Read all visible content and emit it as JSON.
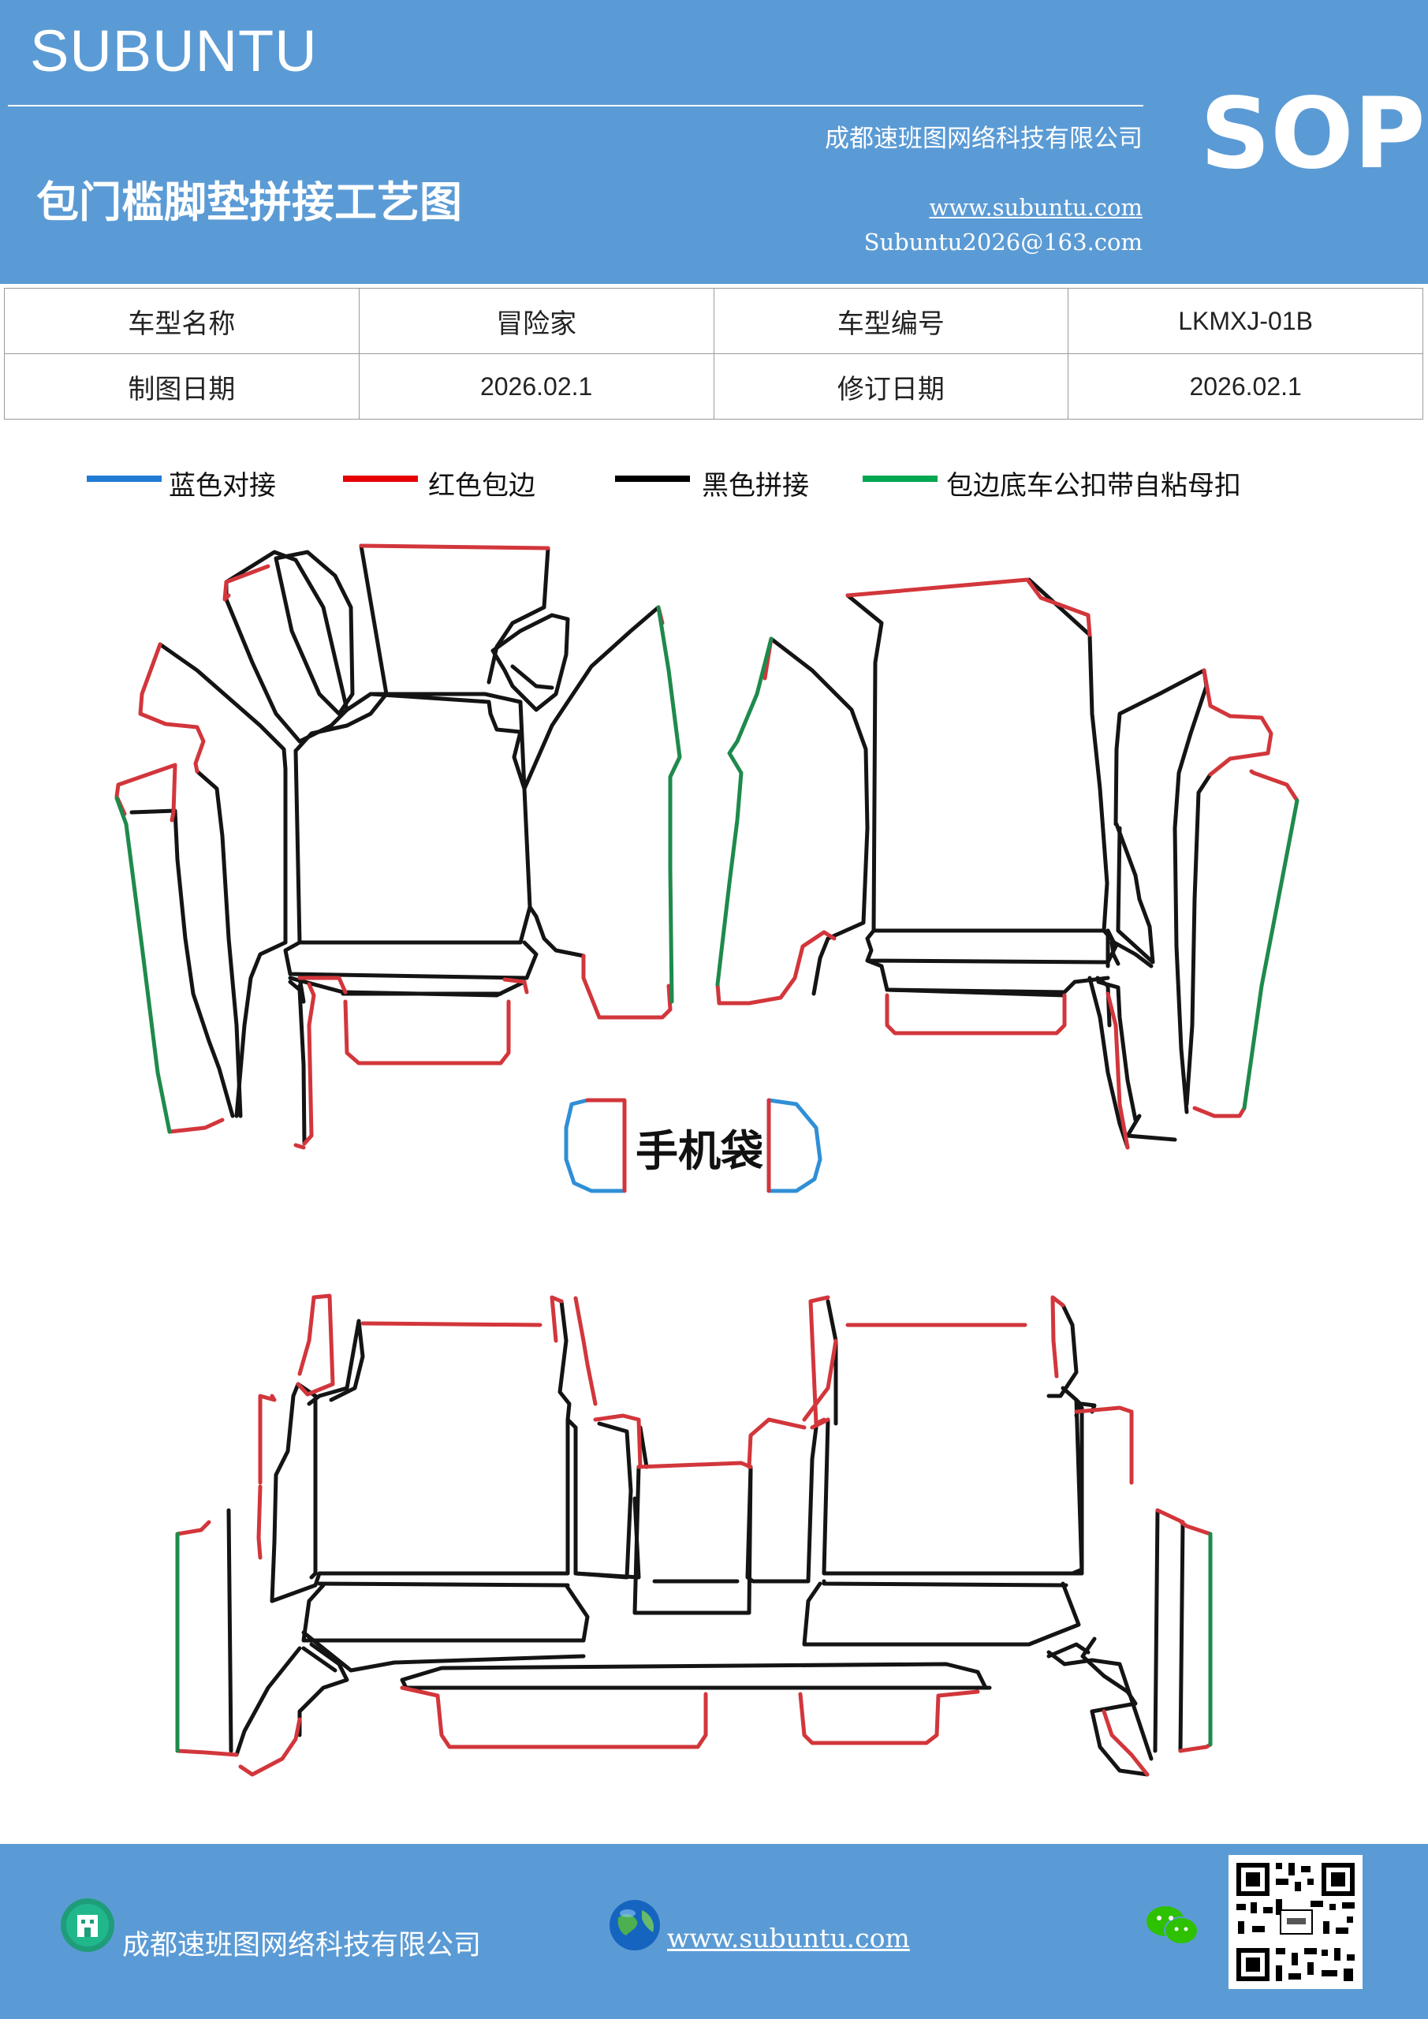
{
  "header": {
    "brand": "SUBUNTU",
    "title": "包门槛脚垫拼接工艺图",
    "company": "成都速班图网络科技有限公司",
    "website": "www.subuntu.com",
    "email": "Subuntu2026@163.com",
    "badge": "SOP"
  },
  "info_table": {
    "rows": [
      [
        "车型名称",
        "冒险家",
        "车型编号",
        "LKMXJ-01B"
      ],
      [
        "制图日期",
        "2026.02.1",
        "修订日期",
        "2026.02.1"
      ]
    ]
  },
  "legend": [
    {
      "label": "蓝色对接",
      "color": "#1f7bd4"
    },
    {
      "label": "红色包边",
      "color": "#e60000"
    },
    {
      "label": "黑色拼接",
      "color": "#000000"
    },
    {
      "label": "包边底车公扣带自粘母扣",
      "color": "#00a650"
    }
  ],
  "diagram": {
    "phone_bag_label": "手机袋",
    "colors": {
      "seam": "#141414",
      "edge": "#d2363b",
      "clip": "#1e8a4c",
      "dock": "#2f8fd6"
    }
  },
  "footer": {
    "company": "成都速班图网络科技有限公司",
    "website": "www.subuntu.com",
    "icons": [
      "building-icon",
      "globe-icon",
      "wechat-icon",
      "qr-code"
    ]
  }
}
